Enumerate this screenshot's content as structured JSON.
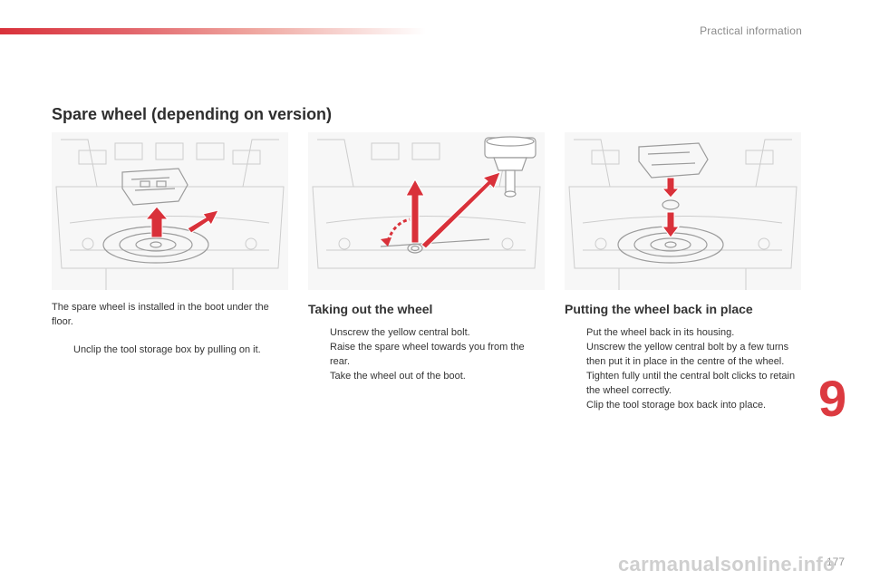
{
  "header": {
    "section": "Practical information",
    "accent_color": "#d9313a"
  },
  "page": {
    "title": "Spare wheel (depending on version)",
    "chapter": "9",
    "number": "177",
    "watermark": "carmanualsonline.info"
  },
  "columns": [
    {
      "heading": "",
      "intro": "The spare wheel is installed in the boot under the floor.",
      "steps": [
        "Unclip the tool storage box by pulling on it."
      ]
    },
    {
      "heading": "Taking out the wheel",
      "steps": [
        "Unscrew the yellow central bolt.",
        "Raise the spare wheel towards you from the rear.",
        "Take the wheel out of the boot."
      ]
    },
    {
      "heading": "Putting the wheel back in place",
      "steps": [
        "Put the wheel back in its housing.",
        "Unscrew the yellow central bolt by a few turns then put it in place in the centre of the wheel.",
        "Tighten fully until the central bolt clicks to retain the wheel correctly.",
        "Clip the tool storage box back into place."
      ]
    }
  ],
  "bullet_glyph": "",
  "colors": {
    "arrow": "#d9313a",
    "illustration": "#c8c8c8"
  }
}
